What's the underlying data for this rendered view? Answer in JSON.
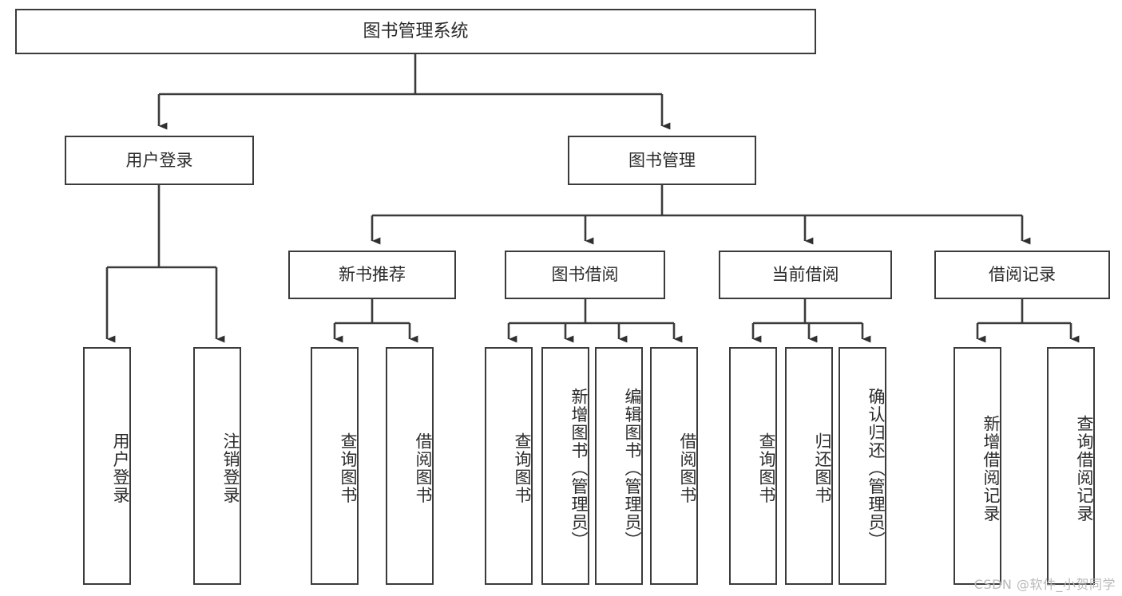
{
  "diagram": {
    "title": "图书管理系统",
    "type": "hierarchy-tree",
    "watermark": "CSDN @软件_小贺同学",
    "colors": {
      "border": "#3b3b3b",
      "text": "#2b2b2b",
      "background": "#ffffff",
      "watermark": "#b9b9b9"
    },
    "levels": {
      "root": {
        "label": "图书管理系统"
      },
      "level1": [
        {
          "label": "用户登录"
        },
        {
          "label": "图书管理"
        }
      ],
      "level2": [
        {
          "label": "新书推荐"
        },
        {
          "label": "图书借阅"
        },
        {
          "label": "当前借阅"
        },
        {
          "label": "借阅记录"
        }
      ],
      "leaves": {
        "user_login": [
          {
            "label": "用户登录"
          },
          {
            "label": "注销登录"
          }
        ],
        "new_book_recommend": [
          {
            "label": "查询图书"
          },
          {
            "label": "借阅图书"
          }
        ],
        "book_borrow": [
          {
            "label": "查询图书"
          },
          {
            "label": "新增图书（管理员）"
          },
          {
            "label": "编辑图书（管理员）"
          },
          {
            "label": "借阅图书"
          }
        ],
        "current_borrow": [
          {
            "label": "查询图书"
          },
          {
            "label": "归还图书"
          },
          {
            "label": "确认归还（管理员）"
          }
        ],
        "borrow_records": [
          {
            "label": "新增借阅记录"
          },
          {
            "label": "查询借阅记录"
          }
        ]
      }
    }
  }
}
